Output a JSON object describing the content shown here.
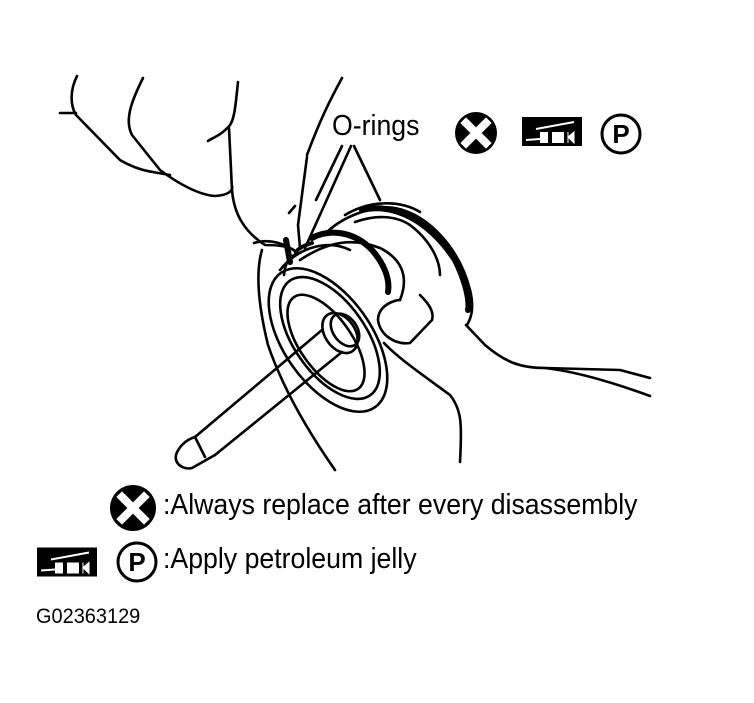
{
  "figure": {
    "callout": {
      "label": "O-rings"
    },
    "legend": [
      {
        "icon": "replace-x-icon",
        "text": ":Always replace after every disassembly"
      },
      {
        "icons": [
          "grease-gun-icon",
          "petroleum-p-icon"
        ],
        "text": ":Apply petroleum jelly"
      }
    ],
    "figure_id": "G02363129"
  },
  "colors": {
    "ink": "#000000",
    "background": "#ffffff"
  }
}
